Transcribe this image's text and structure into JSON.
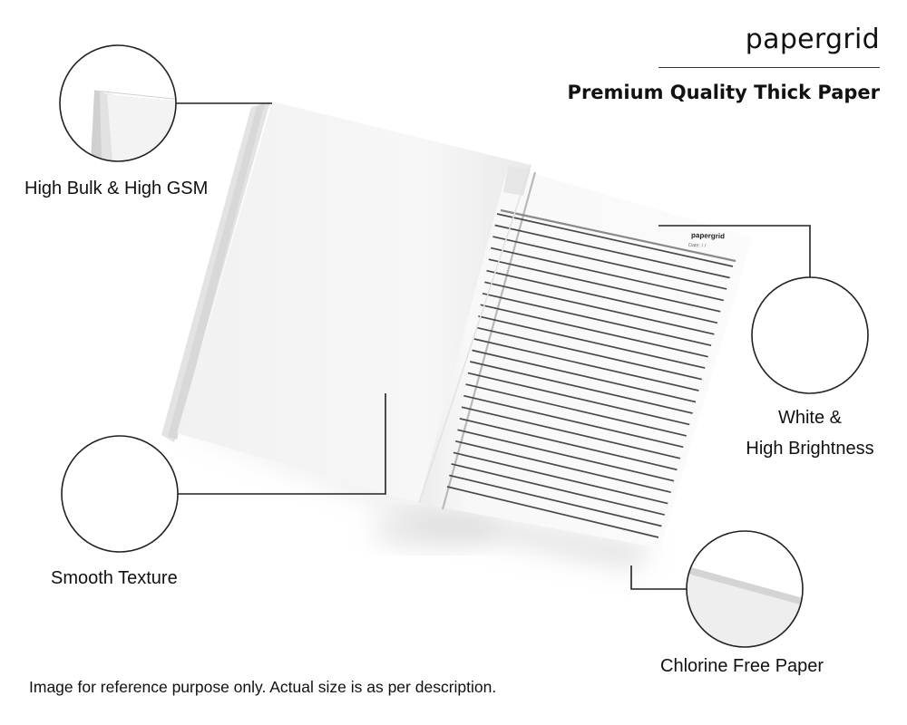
{
  "brand": {
    "name": "papergrid",
    "tagline": "Premium Quality Thick Paper"
  },
  "notebook": {
    "brand_mark": "papergrid",
    "date_label": "Date: /  /"
  },
  "features": [
    {
      "id": "bulk",
      "label": "High Bulk & High GSM"
    },
    {
      "id": "brightness",
      "label_line1": "White &",
      "label_line2": "High Brightness"
    },
    {
      "id": "texture",
      "label": "Smooth Texture"
    },
    {
      "id": "chlorine",
      "label": "Chlorine Free Paper"
    }
  ],
  "disclaimer": "Image for reference purpose only. Actual size is as per description."
}
